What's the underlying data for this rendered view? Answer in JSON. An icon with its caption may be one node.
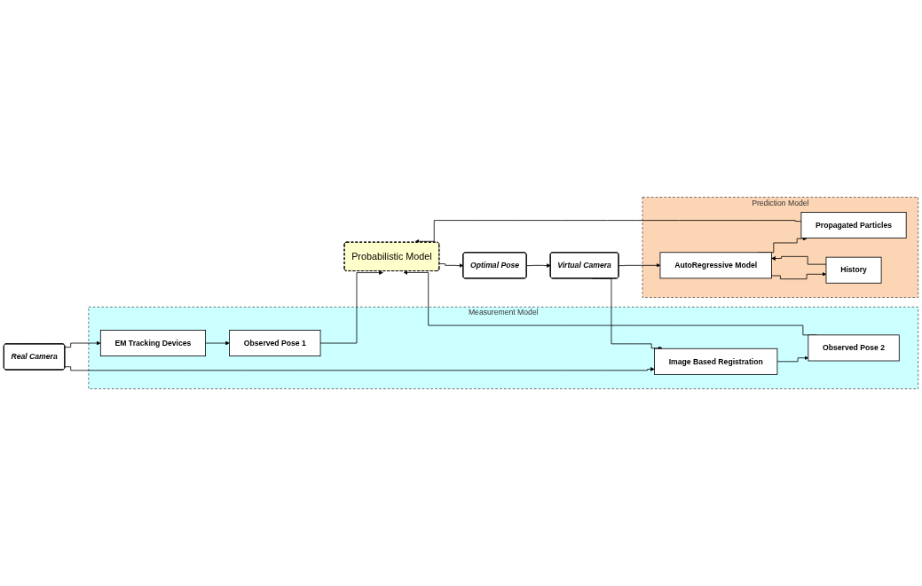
{
  "diagram": {
    "nodes": [
      {
        "text": [
          "Measurement Model"
        ]
      },
      {
        "text": [
          "EM Tracking Devices"
        ],
        "in": 0
      },
      {
        "text": [
          "Observed Pose 1"
        ],
        "in": 0
      },
      {
        "text": [
          "Image Based Registration"
        ],
        "in": 0
      },
      {
        "text": [
          "Observed Pose 2"
        ],
        "in": 0
      },
      {
        "text": [
          "Real Camera"
        ]
      },
      {
        "text": [
          "Virtual Camera"
        ]
      },
      {
        "text": [
          "Probabilistic Model"
        ]
      },
      {
        "text": [
          "Optimal Pose"
        ]
      },
      {
        "text": [
          "Prediction Model"
        ]
      },
      {
        "text": [
          "AutoRegressive Model"
        ],
        "in": 9
      },
      {
        "text": [
          "Propagated Particles"
        ],
        "in": 9
      },
      {
        "text": [
          "History"
        ],
        "in": 9
      }
    ],
    "edges": [
      {
        "from": 5,
        "to": 1,
        "arrow": "to"
      },
      {
        "from": 5,
        "to": 3,
        "arrow": "to"
      },
      {
        "from": 6,
        "to": 3,
        "arrow": "to"
      },
      {
        "from": 1,
        "to": 2,
        "arrow": "to"
      },
      {
        "from": 3,
        "to": 4,
        "arrow": "to"
      },
      {
        "from": 2,
        "to": 7,
        "arrow": "to"
      },
      {
        "from": 4,
        "to": 7,
        "arrow": "to"
      },
      {
        "from": 6,
        "to": 10,
        "arrow": "to"
      },
      {
        "from": 10,
        "to": 11,
        "arrow": "to"
      },
      {
        "from": 10,
        "to": 12,
        "arrow": "to"
      },
      {
        "from": 12,
        "to": 10,
        "arrow": "to"
      },
      {
        "from": 11,
        "to": 7,
        "arrow": "to"
      },
      {
        "from": 7,
        "to": 8,
        "arrow": "to"
      },
      {
        "from": 8,
        "to": 6,
        "arrow": "to"
      }
    ]
  }
}
